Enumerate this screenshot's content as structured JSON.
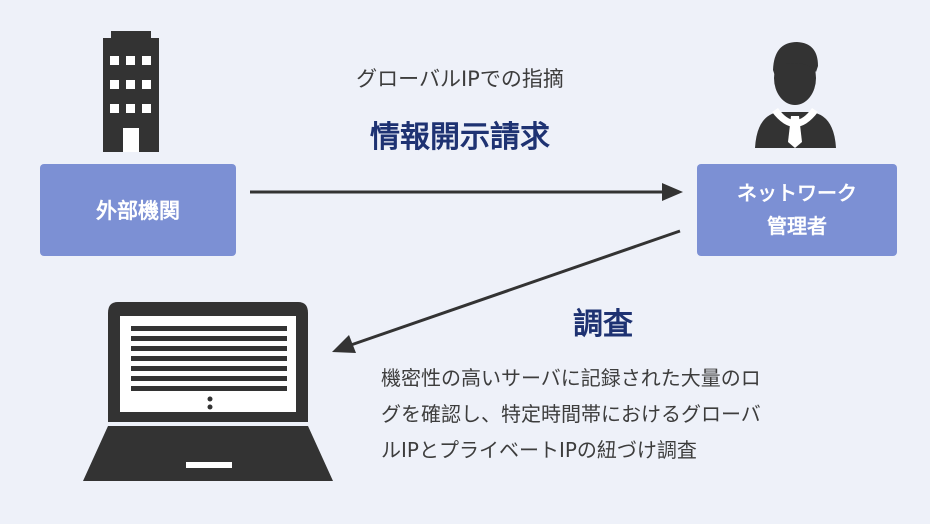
{
  "nodes": {
    "external_org": "外部機関",
    "network_admin_line1": "ネットワーク",
    "network_admin_line2": "管理者"
  },
  "request": {
    "caption": "グローバルIPでの指摘",
    "title": "情報開示請求"
  },
  "investigation": {
    "title": "調査",
    "description_lines": [
      "機密性の高いサーバに記録された大量のロ",
      "グを確認し、特定時間帯におけるグローバ",
      "ルIPとプライベートIPの紐づけ調査"
    ]
  },
  "icons": {
    "building": "building-icon",
    "person": "person-icon",
    "laptop": "laptop-icon"
  },
  "colors": {
    "background": "#eef1f9",
    "box": "#7c90d4",
    "title": "#1e3272",
    "icon": "#333333"
  }
}
